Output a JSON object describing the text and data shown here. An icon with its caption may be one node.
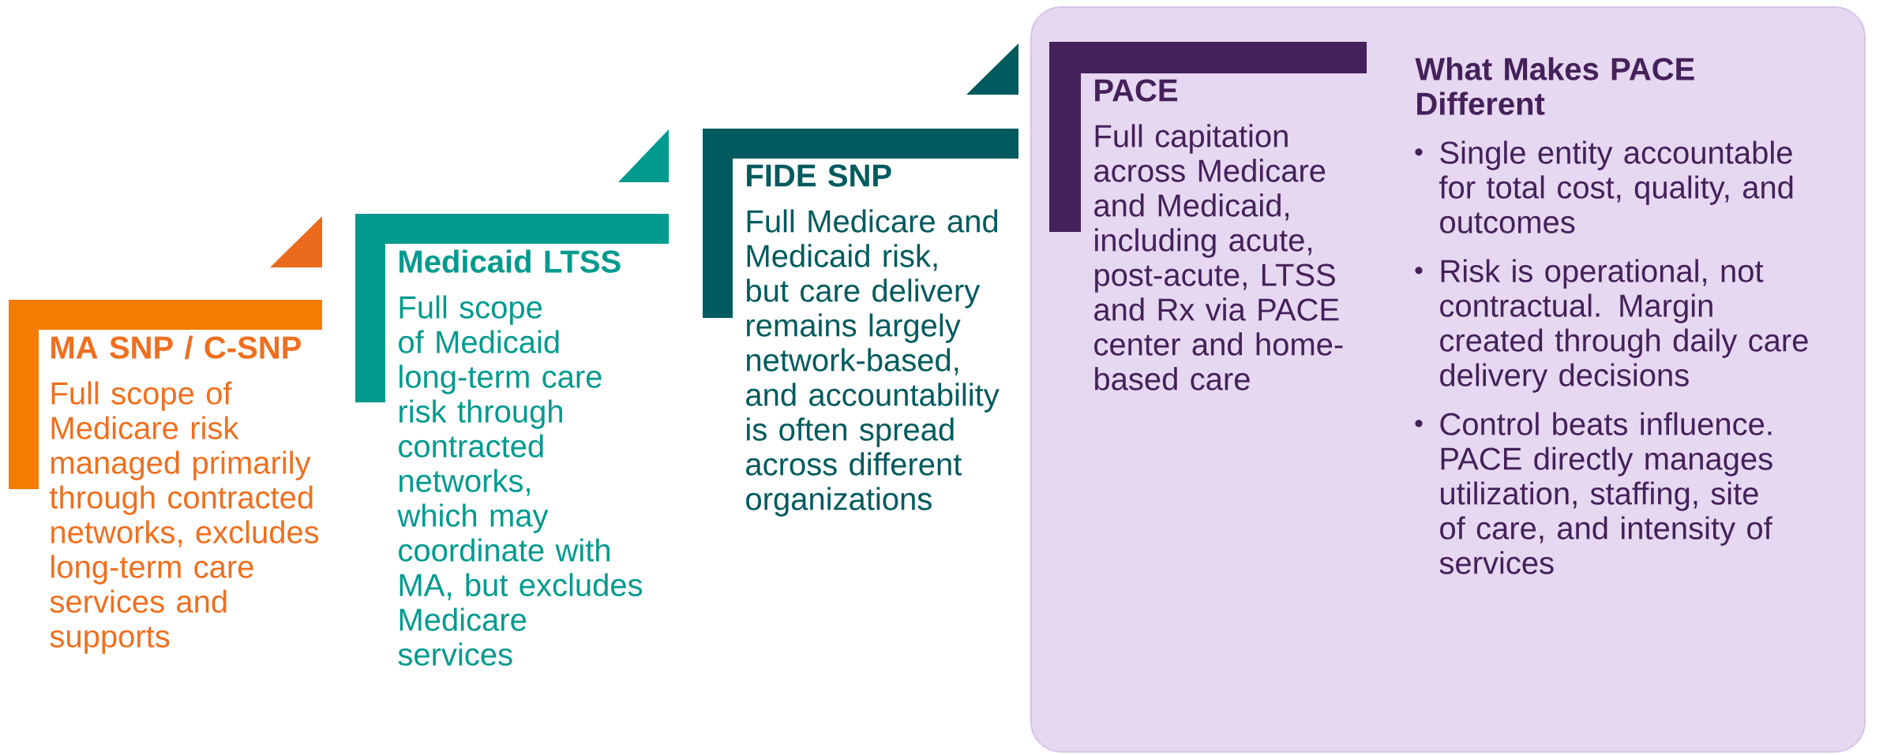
{
  "diagram": {
    "nodes": [
      {
        "text": [
          "MA SNP / C-SNP",
          "Full scope of Medicare risk managed primarily through contracted networks, excludes long-term care services and supports"
        ]
      },
      {
        "text": [
          "Medicaid LTSS",
          "Full scope of Medicaid long-term care risk through contracted networks, which may coordinate with MA, but excludes Medicare services"
        ]
      },
      {
        "text": [
          "FIDE SNP",
          "Full Medicare and Medicaid risk, but care delivery remains largely network-based, and accountability is often spread across different organizations"
        ]
      },
      {
        "text": [
          "What Makes PACE Different",
          "Single entity accountable for total cost, quality, and outcomes",
          "Risk is operational, not contractual. Margin created through daily care delivery decisions",
          "Control beats influence. PACE directly manages utilization, staffing, site of care, and intensity of services"
        ]
      },
      {
        "text": [
          "PACE",
          "Full capitation across Medicare and Medicaid, including acute, post-acute, LTSS and Rx via PACE center and home-based care"
        ],
        "in": 3
      }
    ]
  }
}
